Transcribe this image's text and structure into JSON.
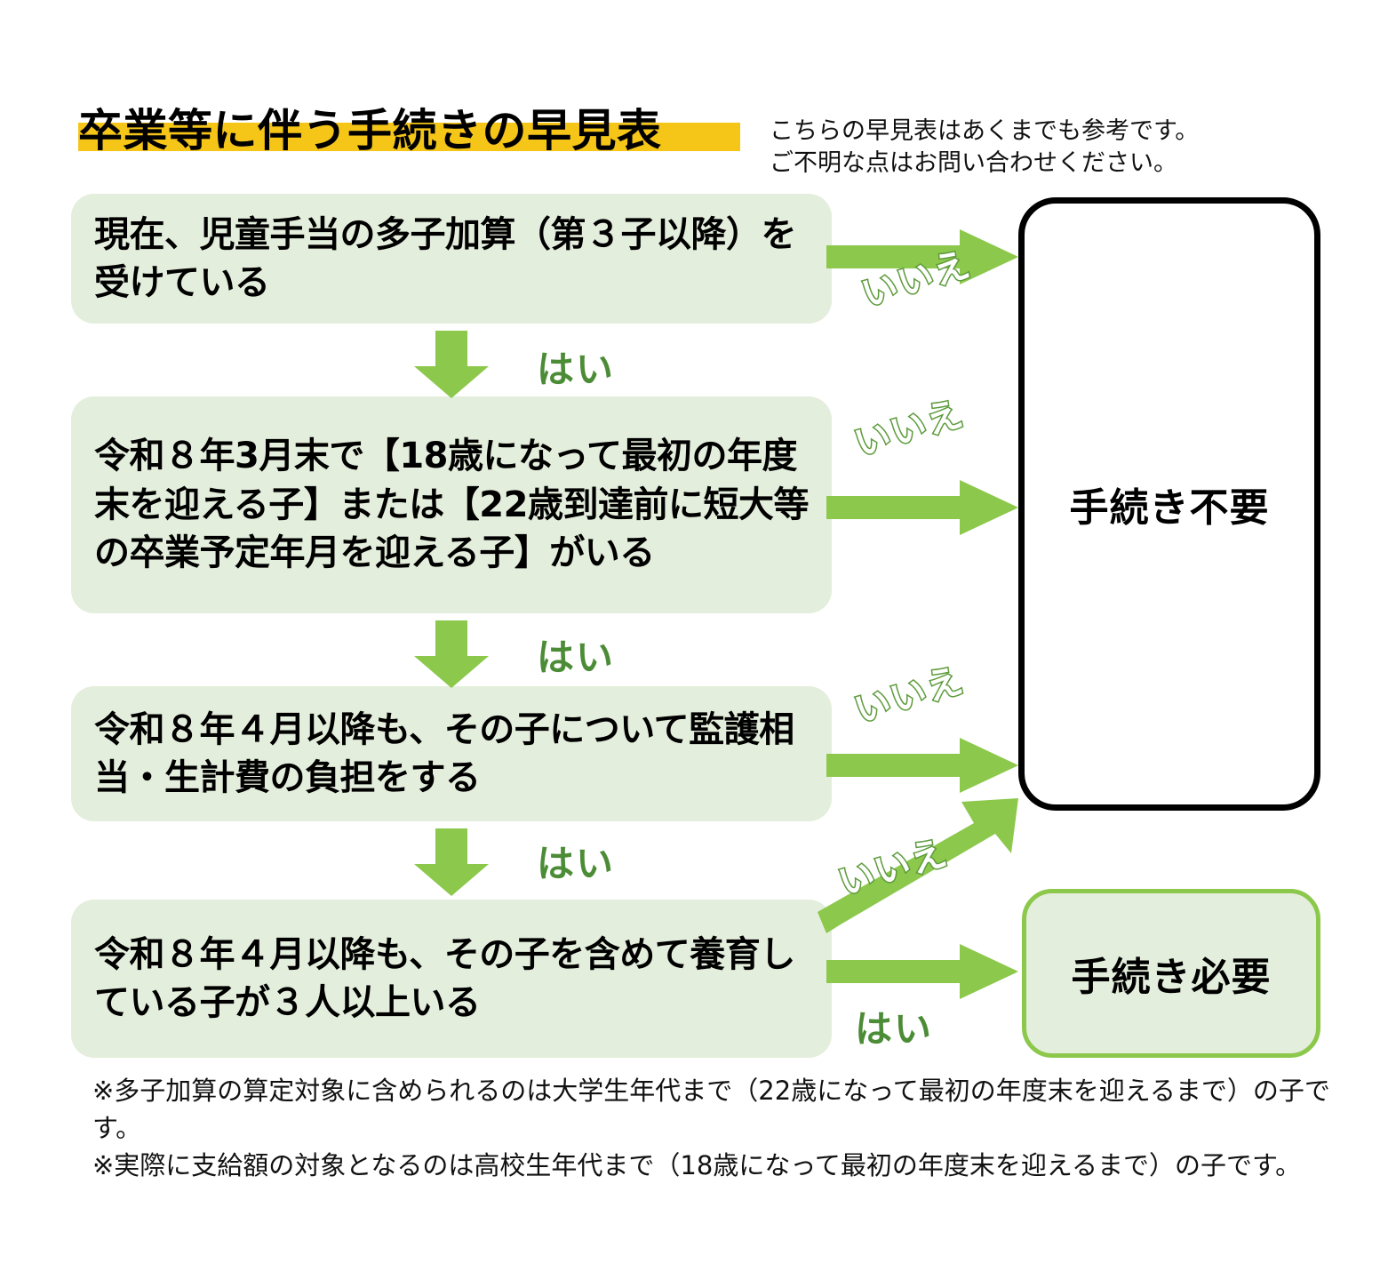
{
  "header": {
    "title": "卒業等に伴う手続きの早見表",
    "subtitle_line1": "こちらの早見表はあくまでも参考です。",
    "subtitle_line2": "ご不明な点はお問い合わせください。",
    "highlight_color": "#F5C518"
  },
  "colors": {
    "box_fill": "#E4EEDC",
    "arrow_green": "#8CC84B",
    "label_green": "#4C8C36",
    "outline_green": "#5D9B3C",
    "result_border_black": "#000000"
  },
  "questions": [
    {
      "id": "q1",
      "text": "現在、児童手当の多子加算（第３子以降）を受けている"
    },
    {
      "id": "q2",
      "text": "令和８年3月末で【18歳になって最初の年度末を迎える子】または【22歳到達前に短大等の卒業予定年月を迎える子】がいる"
    },
    {
      "id": "q3",
      "text": "令和８年４月以降も、その子について監護相当・生計費の負担をする"
    },
    {
      "id": "q4",
      "text": "令和８年４月以降も、その子を含めて養育している子が３人以上いる"
    }
  ],
  "results": {
    "not_required": "手続き不要",
    "required": "手続き必要"
  },
  "edges": {
    "yes_label": "はい",
    "no_label": "いいえ",
    "q1_no": "いいえ",
    "q1_yes": "はい",
    "q2_no": "いいえ",
    "q2_yes": "はい",
    "q3_no": "いいえ",
    "q3_yes": "はい",
    "q4_no": "いいえ",
    "q4_yes": "はい"
  },
  "footnotes": {
    "note1": "※多子加算の算定対象に含められるのは大学生年代まで（22歳になって最初の年度末を迎えるまで）の子です。",
    "note2": "※実際に支給額の対象となるのは高校生年代まで（18歳になって最初の年度末を迎えるまで）の子です。"
  }
}
